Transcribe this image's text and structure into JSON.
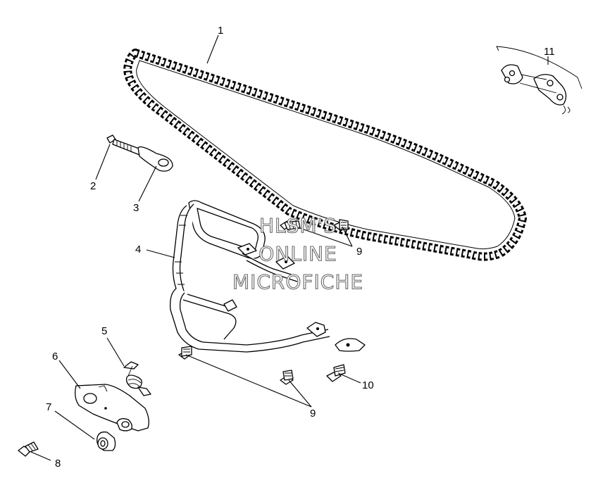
{
  "watermark": {
    "line1": "HLSM'S",
    "line2": "ONLINE",
    "line3": "MICROFICHE"
  },
  "callouts": [
    "1",
    "2",
    "3",
    "4",
    "5",
    "6",
    "7",
    "8",
    "9",
    "9",
    "10",
    "11"
  ],
  "parts": [
    {
      "id": "1",
      "icon": "drive-chain-icon"
    },
    {
      "id": "2",
      "icon": "adjuster-bolt-icon"
    },
    {
      "id": "3",
      "icon": "chain-adjuster-eye-icon"
    },
    {
      "id": "4",
      "icon": "chain-guard-frame-icon"
    },
    {
      "id": "5",
      "icon": "tensioner-spring-icon"
    },
    {
      "id": "6",
      "icon": "tensioner-arm-icon"
    },
    {
      "id": "7",
      "icon": "roller-icon"
    },
    {
      "id": "8",
      "icon": "pivot-bolt-icon"
    },
    {
      "id": "9",
      "icon": "flange-bolt-icon"
    },
    {
      "id": "10",
      "icon": "flange-bolt-icon"
    },
    {
      "id": "11",
      "icon": "master-link-icon"
    }
  ]
}
